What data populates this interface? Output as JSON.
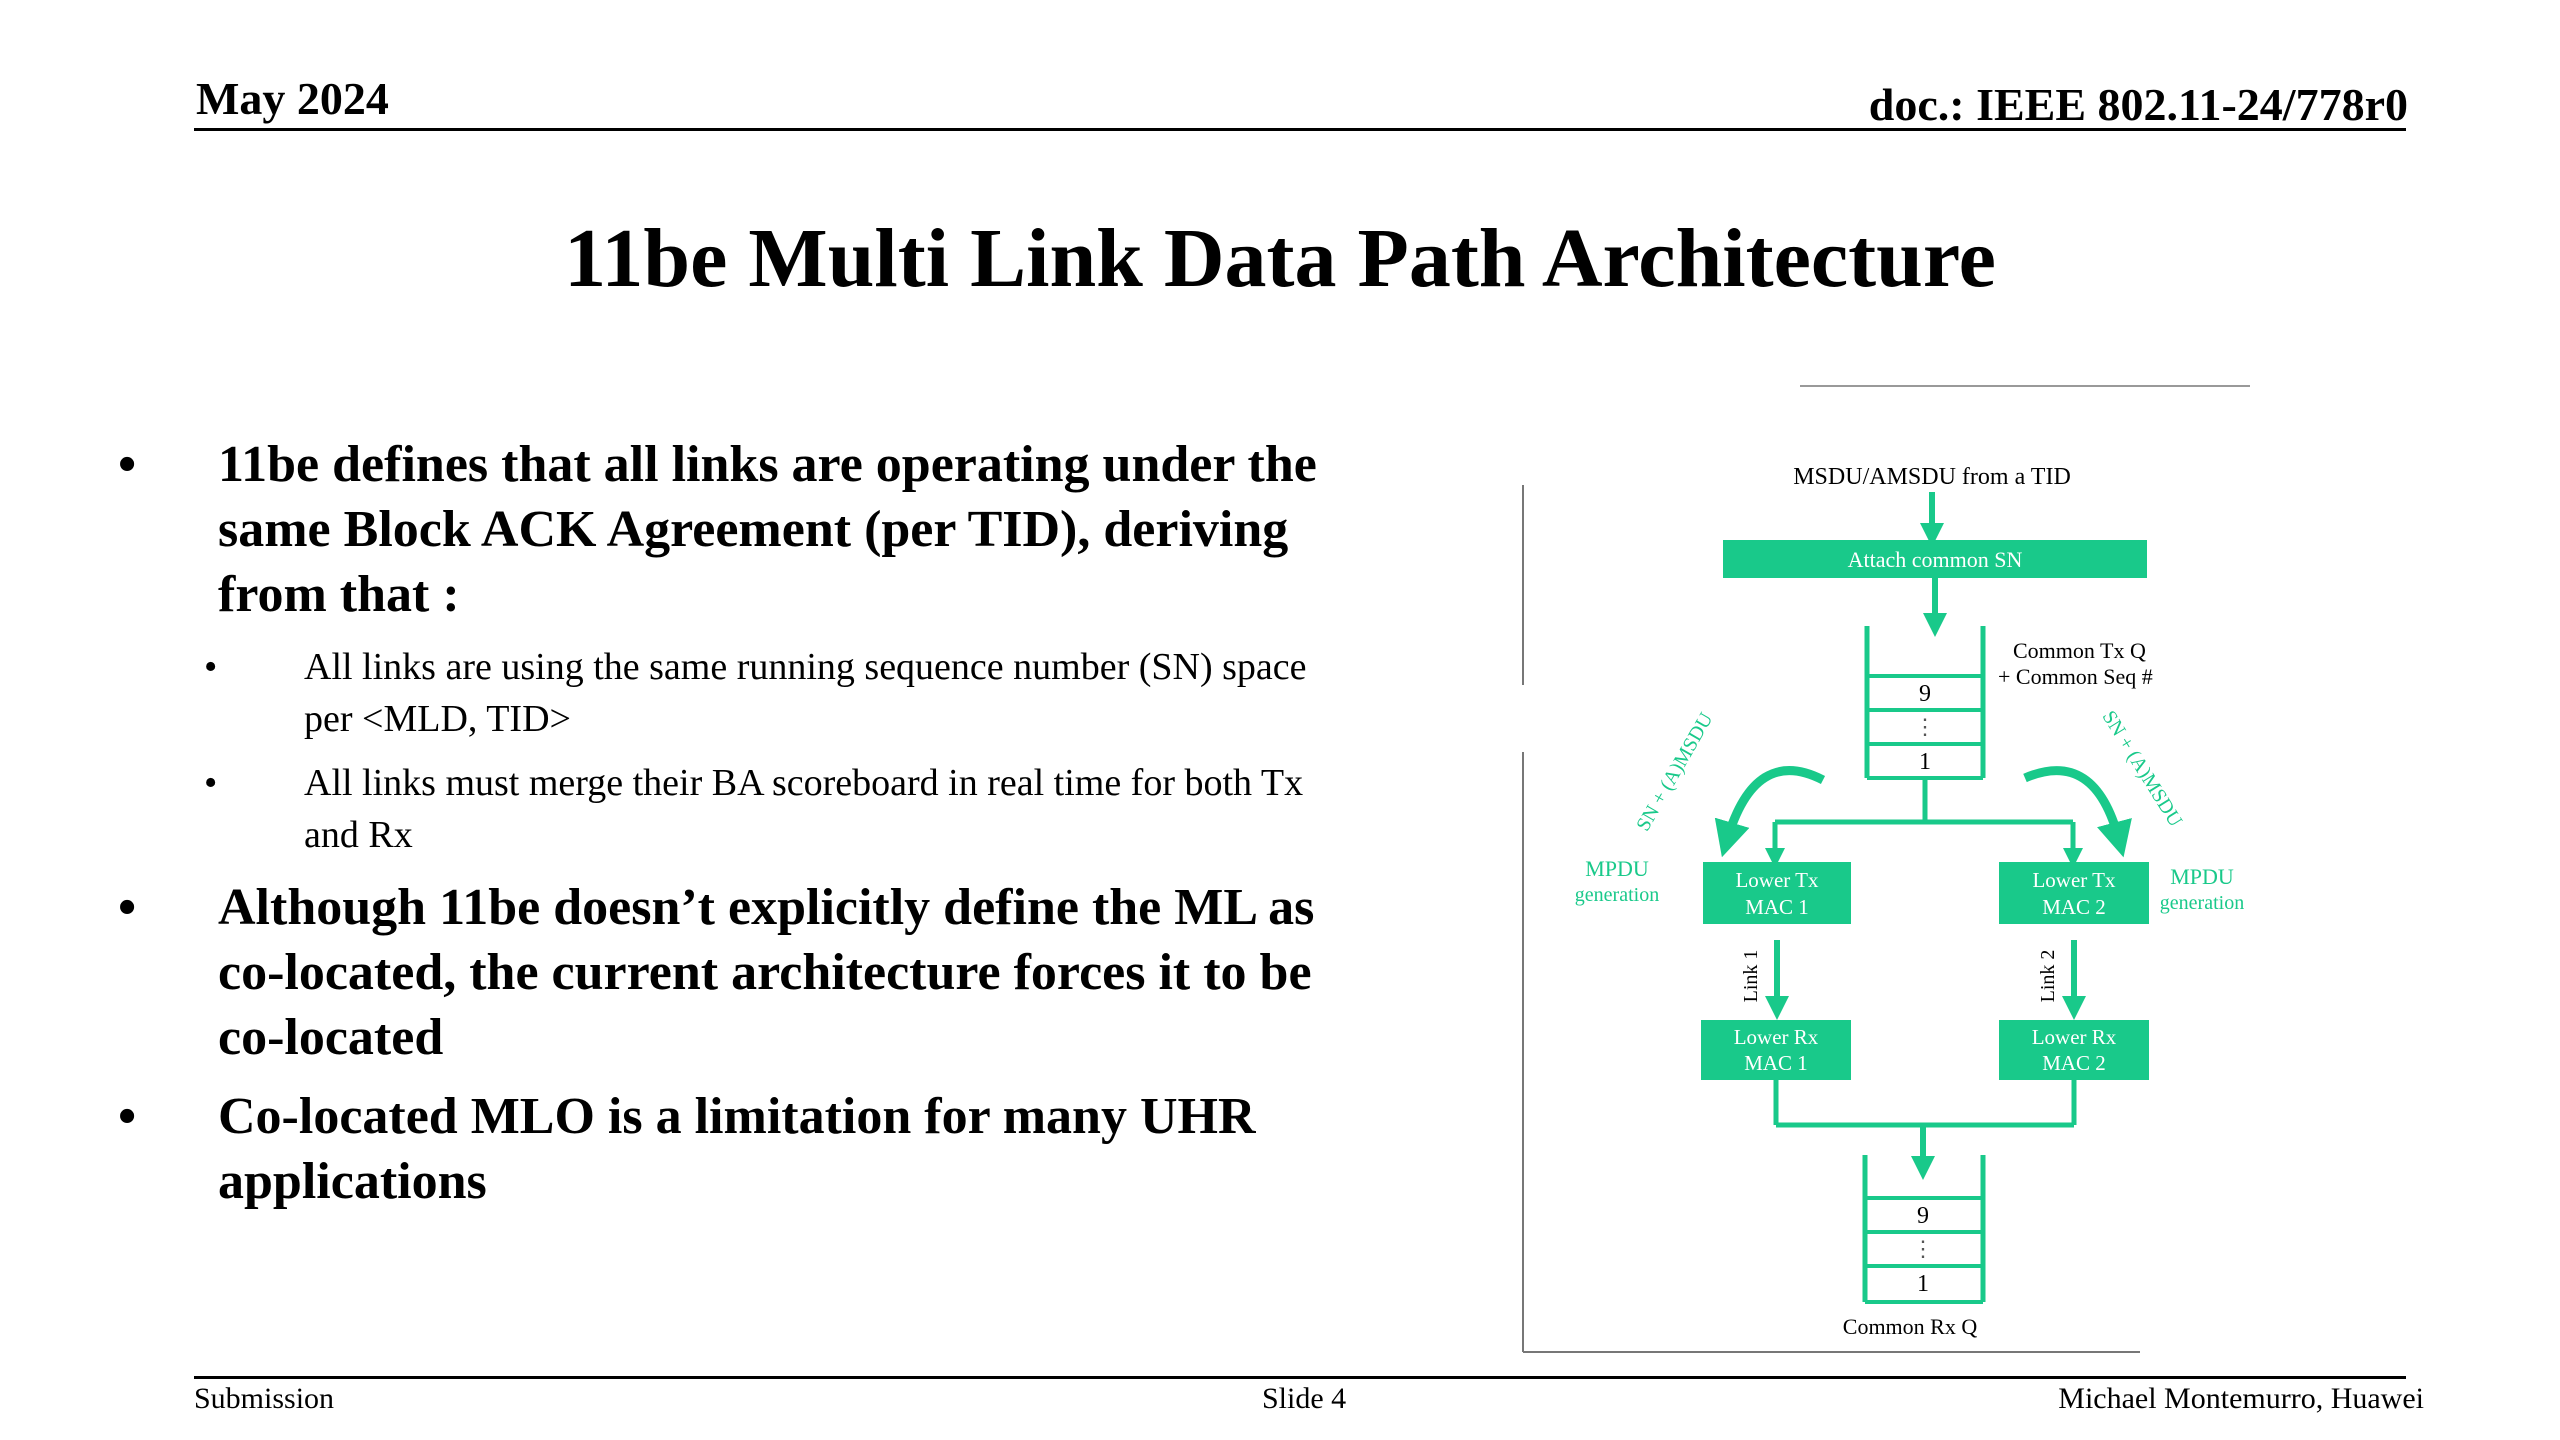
{
  "header": {
    "date": "May 2024",
    "doc": "doc.: IEEE 802.11-24/778r0"
  },
  "title": "11be Multi Link Data Path Architecture",
  "bullets": [
    {
      "text": "11be defines that all links are operating under the same Block ACK Agreement (per TID), deriving from that :"
    },
    {
      "text": "All links are using the same running sequence number (SN) space per <MLD, TID>"
    },
    {
      "text": "All links must merge their BA scoreboard in real time for both Tx and Rx"
    },
    {
      "text": "Although 11be doesn’t explicitly define the ML as co-located, the current architecture forces it to be co-located"
    },
    {
      "text": "Co-located MLO is a limitation for many UHR applications"
    }
  ],
  "bullet_glyph": "•",
  "diagram": {
    "source": "MSDU/AMSDU from a TID",
    "attach": "Attach common SN",
    "tx_queue_label_1": "Common Tx Q",
    "tx_queue_label_2": "+ Common Seq #",
    "queue_top": "9",
    "queue_dots": "⋮",
    "queue_bottom": "1",
    "sn_left": "SN + (A)MSDU",
    "sn_right": "SN + (A)MSDU",
    "mpdu_left_1": "MPDU",
    "mpdu_left_2": "generation",
    "mpdu_right_1": "MPDU",
    "mpdu_right_2": "generation",
    "lower_tx_1_a": "Lower Tx",
    "lower_tx_1_b": "MAC 1",
    "lower_tx_2_a": "Lower Tx",
    "lower_tx_2_b": "MAC 2",
    "link_1": "Link 1",
    "link_2": "Link 2",
    "lower_rx_1_a": "Lower Rx",
    "lower_rx_1_b": "MAC 1",
    "lower_rx_2_a": "Lower Rx",
    "lower_rx_2_b": "MAC 2",
    "rx_queue_label": "Common Rx Q",
    "accent_color": "#19c98a"
  },
  "footer": {
    "left": "Submission",
    "center": "Slide 4",
    "right": "Michael Montemurro, Huawei"
  }
}
